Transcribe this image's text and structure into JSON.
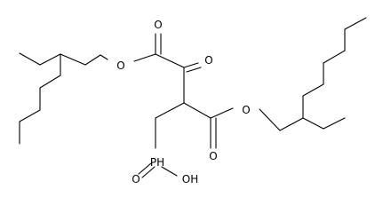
{
  "labels": {
    "o_ester_left": "O",
    "o_carbonyl_left": "O",
    "o_ketone": "O",
    "o_ester_right": "O",
    "o_carbonyl_right": "O",
    "p_double_o": "O",
    "phosphorus": "PH",
    "hydroxyl": "OH"
  }
}
